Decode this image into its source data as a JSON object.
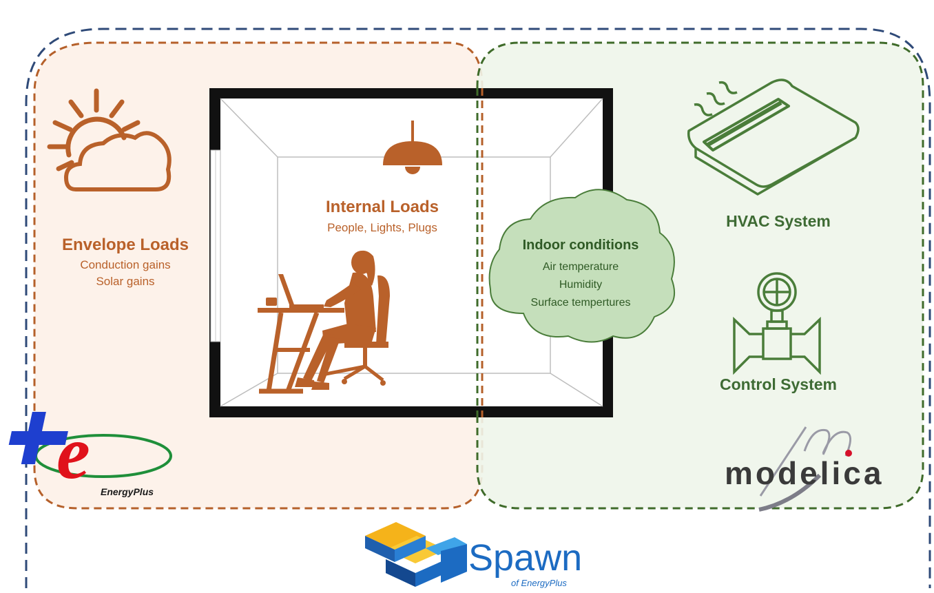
{
  "envelope": {
    "title": "Envelope Loads",
    "lines": [
      "Conduction gains",
      "Solar gains"
    ]
  },
  "internal": {
    "title": "Internal Loads",
    "subtitle": "People, Lights, Plugs"
  },
  "indoor": {
    "title": "Indoor conditions",
    "lines": [
      "Air temperature",
      "Humidity",
      "Surface tempertures"
    ]
  },
  "hvac": {
    "title": "HVAC System"
  },
  "control": {
    "title": "Control System"
  },
  "logos": {
    "energyplus": "EnergyPlus",
    "modelica": "Modelica",
    "spawn": "Spawn",
    "spawn_sub": "of EnergyPlus"
  },
  "colors": {
    "outer_dash": "#2f4a78",
    "orange_dash": "#b5602a",
    "orange_fill": "#fdf2ea",
    "green_dash": "#3f6b2a",
    "green_fill": "#eef5ea",
    "icon_orange": "#b9612a",
    "icon_green": "#4a7d3a",
    "wall": "#111111"
  }
}
